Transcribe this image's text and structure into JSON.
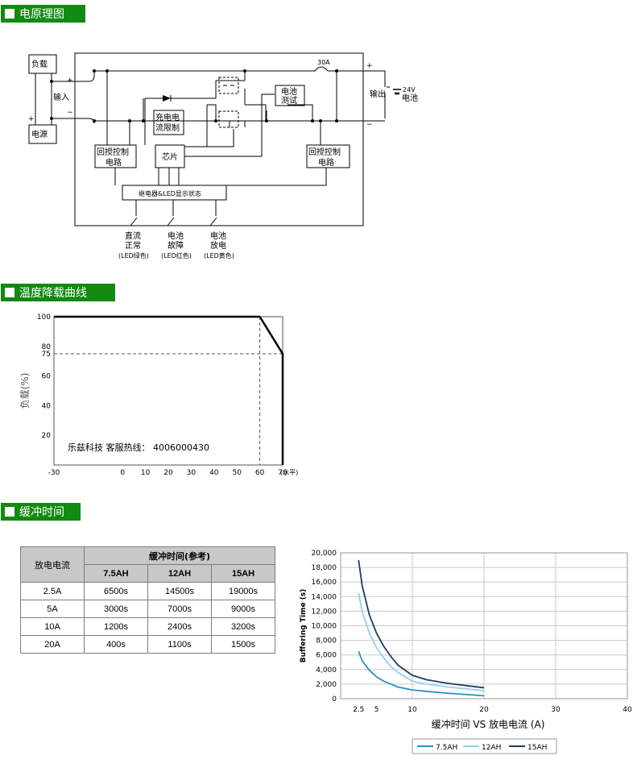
{
  "sections": {
    "schematic_title": "电原理图",
    "derating_title": "温度降载曲线",
    "buffer_title": "缓冲时间"
  },
  "schematic": {
    "load": "负载",
    "power": "电源",
    "input": "输入",
    "output": "输出",
    "fuse": "30A",
    "battery_v": "24V",
    "battery": "电池",
    "battery_test_1": "电池",
    "battery_test_2": "测试",
    "charge_1": "充电电",
    "charge_2": "流限制",
    "backflow_l1": "回授控制",
    "backflow_l2": "电路",
    "backflow_r1": "回授控制",
    "backflow_r2": "电路",
    "chip": "芯片",
    "relay_bar": "继电器&LED显示状态",
    "plus": "+",
    "minus": "−",
    "led1_a": "直流",
    "led1_b": "正常",
    "led1_c": "(LED绿色)",
    "led2_a": "电池",
    "led2_b": "故障",
    "led2_c": "(LED红色)",
    "led3_a": "电池",
    "led3_b": "放电",
    "led3_c": "(LED黄色)"
  },
  "derating": {
    "ylabel": "负载(%)",
    "xunit": "(水平)",
    "watermark": "乐兹科技 客服热线： 4006000430",
    "colors": {
      "line": "#000000",
      "dash": "#555555"
    }
  },
  "buffer_table": {
    "col0": "放电电流",
    "group": "缓冲时间(参考)",
    "cols": [
      "7.5AH",
      "12AH",
      "15AH"
    ],
    "rows": [
      [
        "2.5A",
        "6500s",
        "14500s",
        "19000s"
      ],
      [
        "5A",
        "3000s",
        "7000s",
        "9000s"
      ],
      [
        "10A",
        "1200s",
        "2400s",
        "3200s"
      ],
      [
        "20A",
        "400s",
        "1100s",
        "1500s"
      ]
    ]
  },
  "chart_data": [
    {
      "type": "line",
      "ylabel": "负载(%)",
      "xlabel": "(水平)",
      "xlim": [
        -30,
        70
      ],
      "ylim": [
        0,
        100
      ],
      "x_ticks": [
        -30,
        0,
        10,
        20,
        30,
        40,
        50,
        60,
        70
      ],
      "y_ticks": [
        20,
        40,
        60,
        75,
        80,
        100
      ],
      "series": [
        {
          "x": [
            -30,
            60,
            70,
            70
          ],
          "y": [
            100,
            100,
            75,
            0
          ]
        }
      ],
      "reference_lines": [
        {
          "x": [
            -30,
            70
          ],
          "y": [
            75,
            75
          ]
        },
        {
          "x": [
            60,
            60
          ],
          "y": [
            100,
            0
          ]
        }
      ],
      "grid": false
    },
    {
      "type": "line",
      "xlabel": "缓冲时间 VS 放电电流 (A)",
      "ylabel": "Buffering Time (s)",
      "xlim": [
        0,
        40
      ],
      "ylim": [
        0,
        20000
      ],
      "x_ticks": [
        2.5,
        5,
        10,
        20,
        30,
        40
      ],
      "y_ticks": [
        0,
        2000,
        4000,
        6000,
        8000,
        10000,
        12000,
        14000,
        16000,
        18000,
        20000
      ],
      "y_tick_labels": [
        "0",
        "2,000",
        "4,000",
        "6,000",
        "8,000",
        "10,000",
        "12,000",
        "14,000",
        "16,000",
        "18,000",
        "20,000"
      ],
      "grid": true,
      "legend": "bottom",
      "series": [
        {
          "name": "7.5AH",
          "color": "#2a8fc7",
          "x": [
            2.5,
            3,
            4,
            5,
            6,
            7,
            8,
            10,
            12,
            15,
            20
          ],
          "y": [
            6500,
            5200,
            3900,
            3000,
            2400,
            2000,
            1600,
            1200,
            1000,
            750,
            400
          ]
        },
        {
          "name": "12AH",
          "color": "#8fd3ee",
          "x": [
            2.5,
            3,
            4,
            5,
            6,
            7,
            8,
            10,
            12,
            15,
            20
          ],
          "y": [
            14500,
            12000,
            9000,
            7000,
            5600,
            4400,
            3600,
            2400,
            2000,
            1600,
            1100
          ]
        },
        {
          "name": "15AH",
          "color": "#1d3d63",
          "x": [
            2.5,
            3,
            4,
            5,
            6,
            7,
            8,
            10,
            12,
            15,
            20
          ],
          "y": [
            19000,
            15500,
            11500,
            9000,
            7200,
            5800,
            4600,
            3200,
            2600,
            2100,
            1500
          ]
        }
      ]
    }
  ]
}
